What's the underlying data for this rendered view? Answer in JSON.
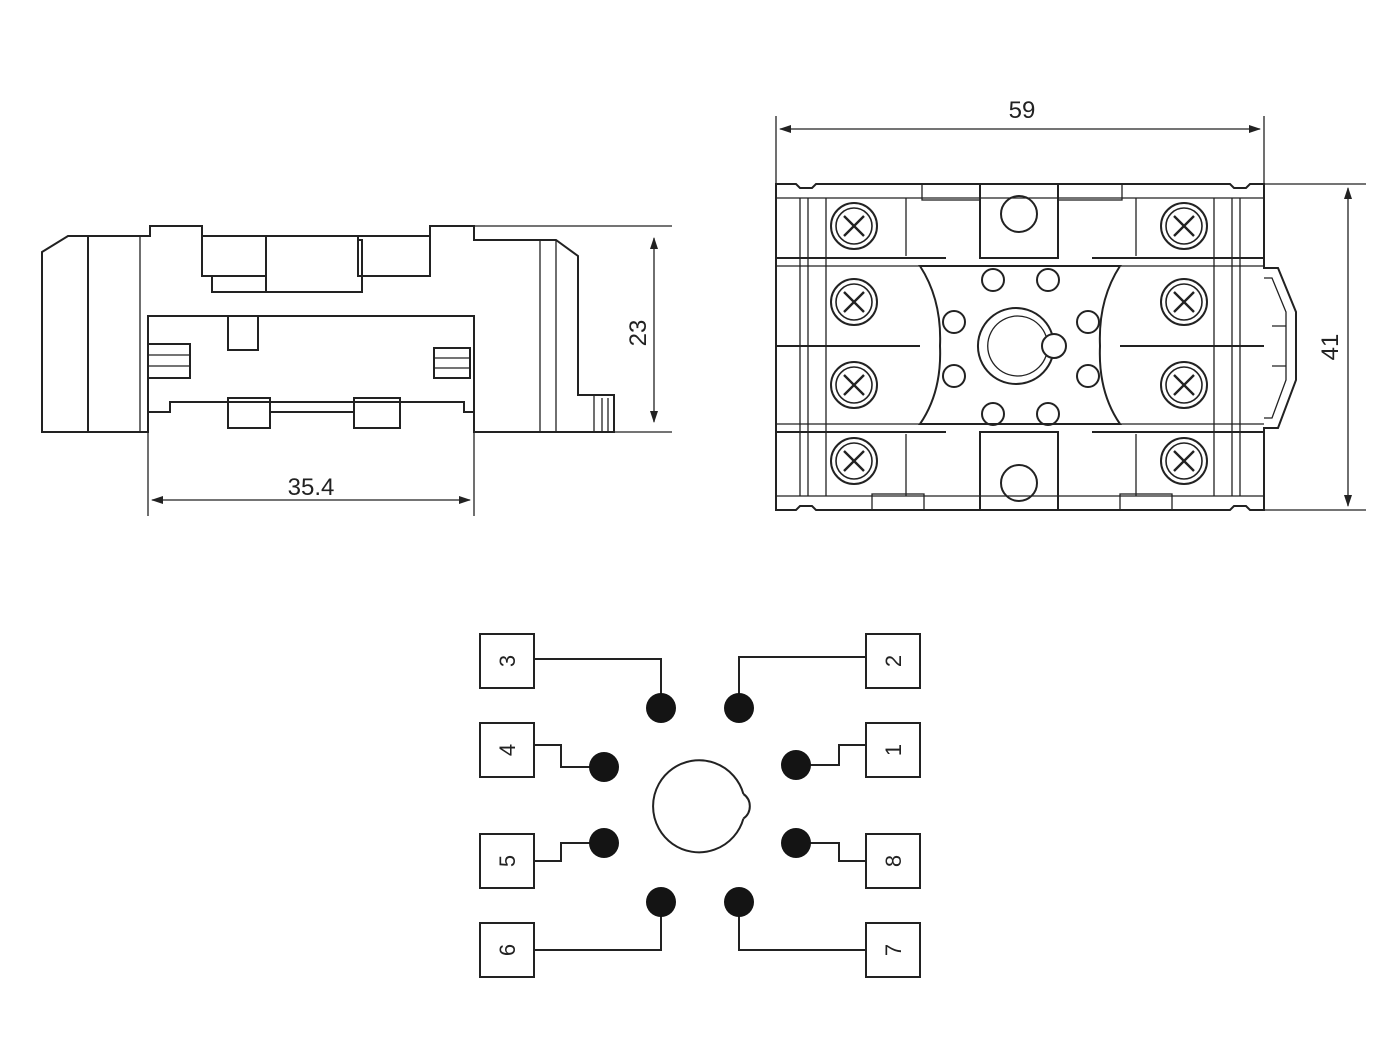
{
  "side_view": {
    "height_dim": "23",
    "width_dim": "35.4"
  },
  "top_view": {
    "width_dim": "59",
    "height_dim": "41"
  },
  "pinout": {
    "terminals": [
      {
        "id": "3",
        "label": "3"
      },
      {
        "id": "2",
        "label": "2"
      },
      {
        "id": "4",
        "label": "4"
      },
      {
        "id": "1",
        "label": "1"
      },
      {
        "id": "5",
        "label": "5"
      },
      {
        "id": "8",
        "label": "8"
      },
      {
        "id": "6",
        "label": "6"
      },
      {
        "id": "7",
        "label": "7"
      }
    ]
  },
  "colors": {
    "line": "#222222",
    "pin": "#141414",
    "background": "#ffffff"
  }
}
